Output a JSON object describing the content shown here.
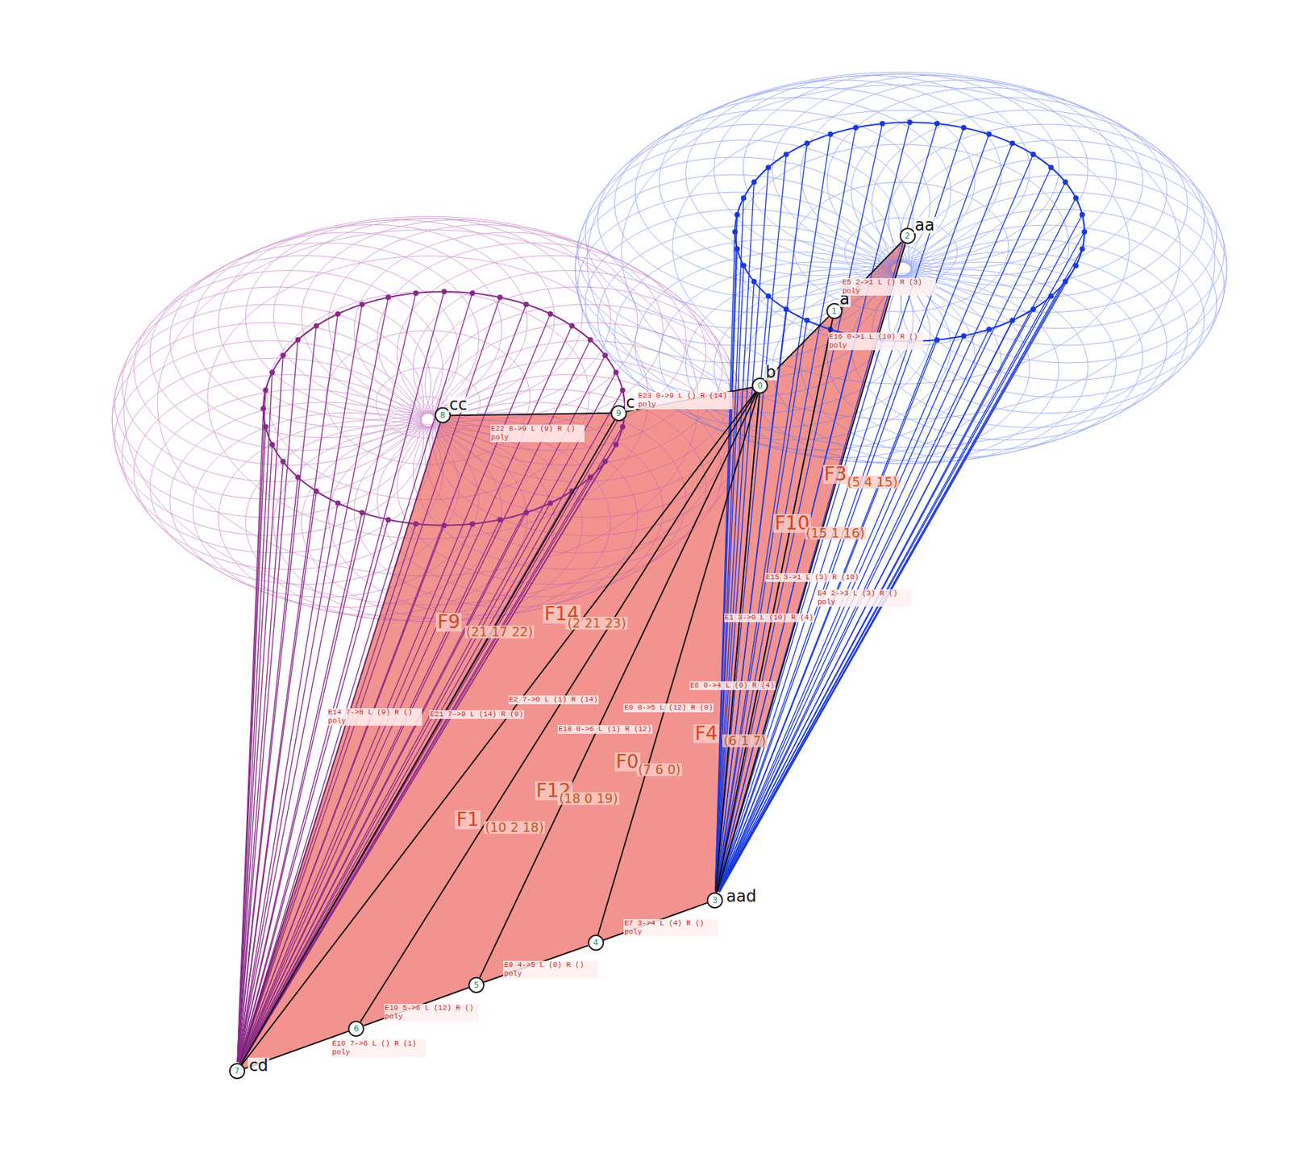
{
  "diagram": {
    "nodes": [
      {
        "text": [
          "0",
          "b"
        ]
      },
      {
        "text": [
          "1",
          "a"
        ]
      },
      {
        "text": [
          "2",
          "aa"
        ]
      },
      {
        "text": [
          "3",
          "aad"
        ]
      },
      {
        "text": [
          "4"
        ]
      },
      {
        "text": [
          "5"
        ]
      },
      {
        "text": [
          "6"
        ]
      },
      {
        "text": [
          "7",
          "cd"
        ]
      },
      {
        "text": [
          "8",
          "cc"
        ]
      },
      {
        "text": [
          "9",
          "c"
        ]
      }
    ],
    "edges": [
      {
        "from": 7,
        "to": 6,
        "arrow": "none",
        "label": "E10 7->6 L () R (1) poly"
      },
      {
        "from": 5,
        "to": 6,
        "arrow": "none",
        "label": "E19 5->6 L (12) R () poly"
      },
      {
        "from": 4,
        "to": 5,
        "arrow": "none",
        "label": "E9 4->5 L (0) R () poly"
      },
      {
        "from": 3,
        "to": 4,
        "arrow": "none",
        "label": "E7 3->4 L (4) R () poly"
      },
      {
        "from": 2,
        "to": 1,
        "arrow": "none",
        "label": "E5 2->1 L () R (3) poly"
      },
      {
        "from": 0,
        "to": 1,
        "arrow": "none",
        "label": "E16 0->1 L (10) R () poly"
      },
      {
        "from": 0,
        "to": 9,
        "arrow": "none",
        "label": "E23 0->9 L () R (14) poly"
      },
      {
        "from": 8,
        "to": 9,
        "arrow": "none",
        "label": "E22 8->9 L (9) R () poly"
      },
      {
        "from": 3,
        "to": 1,
        "arrow": "none",
        "label": "E15 3->1 L (3) R (10)"
      },
      {
        "from": 2,
        "to": 3,
        "arrow": "none",
        "label": "E4 2->3 L (3) R () poly"
      },
      {
        "from": 3,
        "to": 0,
        "arrow": "none",
        "label": "E1 3->0 L (10) R (4)"
      },
      {
        "from": 0,
        "to": 4,
        "arrow": "none",
        "label": "E6 0->4 L (0) R (4)"
      },
      {
        "from": 7,
        "to": 0,
        "arrow": "none",
        "label": "E2 7->0 L (1) R (14)"
      },
      {
        "from": 0,
        "to": 5,
        "arrow": "none",
        "label": "E0 0->5 L (12) R (0)"
      },
      {
        "from": 0,
        "to": 6,
        "arrow": "none",
        "label": "E18 0->6 L (1) R (12)"
      },
      {
        "from": 7,
        "to": 8,
        "arrow": "none",
        "label": "E14 7->8 L (9) R () poly"
      },
      {
        "from": 7,
        "to": 9,
        "arrow": "none",
        "label": "E21 7->9 L (14) R (9)"
      }
    ],
    "labels": [
      "F3",
      "(5 4 15)",
      "F10",
      "(15 1 16)",
      "F9",
      "(21 17 22)",
      "F14",
      "(2 21 23)",
      "F4",
      "(6 1 7)",
      "F0",
      "(7 6 0)",
      "F12",
      "(18 0 19)",
      "F1",
      "(10 2 18)"
    ]
  }
}
